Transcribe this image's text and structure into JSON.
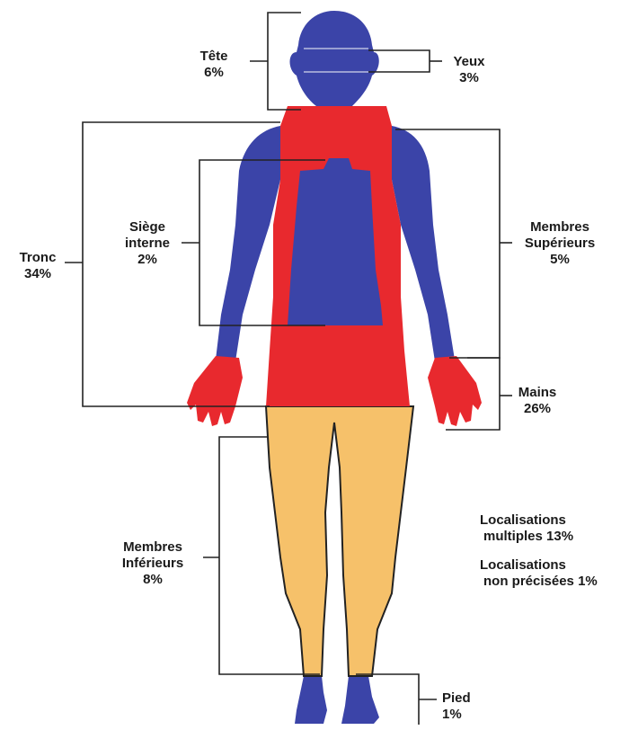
{
  "colors": {
    "blue": "#3b44a8",
    "red": "#e8292e",
    "yellow": "#f6c16a",
    "line": "#222222"
  },
  "labels": {
    "tete": {
      "name": "Tête",
      "pct": "6%"
    },
    "yeux": {
      "name": "Yeux",
      "pct": "3%"
    },
    "tronc": {
      "name": "Tronc",
      "pct": "34%"
    },
    "siege": {
      "line1": "Siège",
      "line2": "interne",
      "pct": "2%"
    },
    "membres_sup": {
      "line1": "Membres",
      "line2": "Supérieurs",
      "pct": "5%"
    },
    "mains": {
      "name": "Mains",
      "pct": "26%"
    },
    "membres_inf": {
      "line1": "Membres",
      "line2": "Inférieurs",
      "pct": "8%"
    },
    "loc_multiples": {
      "line1": "Localisations",
      "line2": "multiples",
      "pct": "13%"
    },
    "loc_non_precisees": {
      "line1": "Localisations",
      "line2": "non précisées",
      "pct": "1%"
    },
    "pied": {
      "name": "Pied",
      "pct": "1%"
    }
  }
}
